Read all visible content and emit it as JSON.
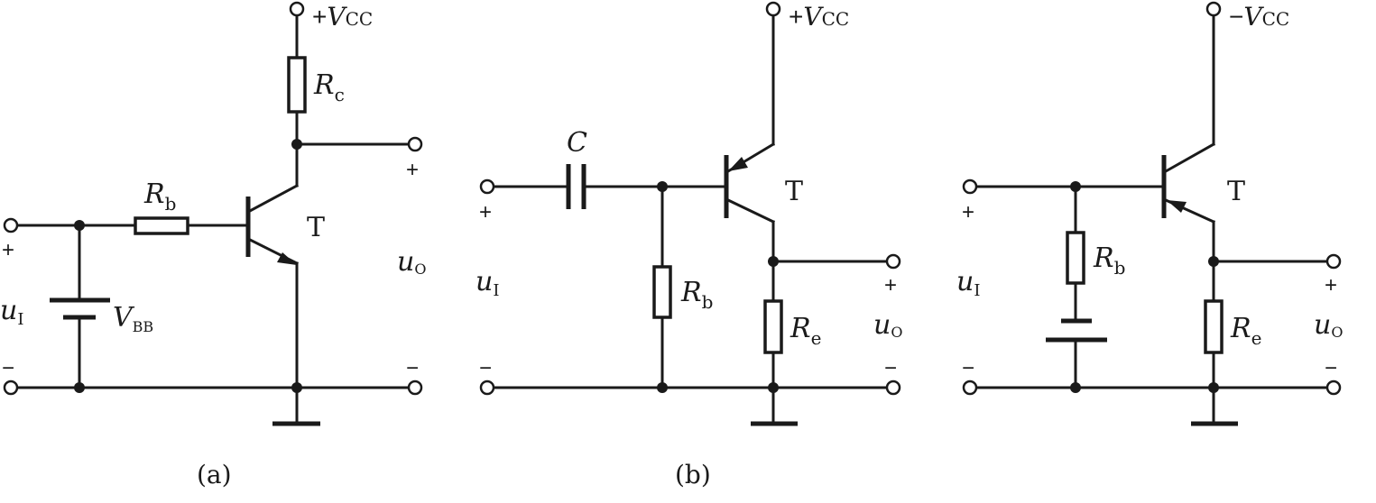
{
  "figures": [
    {
      "caption": "(a)",
      "supply": {
        "sign": "+",
        "symbol": "V",
        "sub": "CC"
      },
      "transistor": "T",
      "base_resistor": {
        "symbol": "R",
        "sub": "b"
      },
      "collector_resistor": {
        "symbol": "R",
        "sub": "c"
      },
      "battery": {
        "symbol": "V",
        "sub": "BB"
      },
      "input": {
        "symbol": "u",
        "sub": "I",
        "plus": "+",
        "minus": "−"
      },
      "output": {
        "symbol": "u",
        "sub": "O",
        "plus": "+",
        "minus": "−"
      }
    },
    {
      "caption": "(b)",
      "supply": {
        "sign": "+",
        "symbol": "V",
        "sub": "CC"
      },
      "transistor": "T",
      "capacitor": "C",
      "base_resistor": {
        "symbol": "R",
        "sub": "b"
      },
      "emitter_resistor": {
        "symbol": "R",
        "sub": "e"
      },
      "input": {
        "symbol": "u",
        "sub": "I",
        "plus": "+",
        "minus": "−"
      },
      "output": {
        "symbol": "u",
        "sub": "O",
        "plus": "+",
        "minus": "−"
      }
    },
    {
      "supply": {
        "sign": "−",
        "symbol": "V",
        "sub": "CC"
      },
      "transistor": "T",
      "base_resistor": {
        "symbol": "R",
        "sub": "b"
      },
      "emitter_resistor": {
        "symbol": "R",
        "sub": "e"
      },
      "input": {
        "symbol": "u",
        "sub": "I",
        "plus": "+",
        "minus": "−"
      },
      "output": {
        "symbol": "u",
        "sub": "O",
        "plus": "+",
        "minus": "−"
      }
    }
  ]
}
